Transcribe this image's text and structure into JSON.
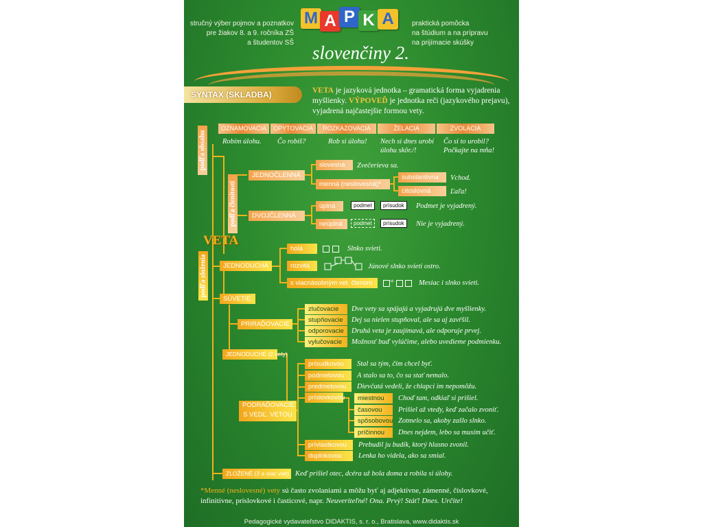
{
  "header": {
    "left": [
      "stručný výber pojmov a poznatkov",
      "pre žiakov 8. a 9. ročníka ZŠ",
      "a študentov SŠ"
    ],
    "right": [
      "praktická pomôcka",
      "na štúdium a na prípravu",
      "na prijímacie skúšky"
    ],
    "logo_letters": [
      "M",
      "A",
      "P",
      "K",
      "A"
    ],
    "logo_colors": [
      "#f3c22b",
      "#e8392b",
      "#2f66c9",
      "#3da23b",
      "#f3c22b"
    ],
    "subtitle": "slovenčiny 2."
  },
  "section": {
    "title": "SYNTAX (SKLADBA)"
  },
  "intro": {
    "veta": "VETA",
    "veta_def": " je jazyková jednotka – gramatická forma vyjadrenia myšlienky. ",
    "vypoved": "VÝPOVEĎ",
    "vypoved_def": " je jednotka reči (jazykového prejavu), vyjadrená najčastejšie formou vety."
  },
  "podla_obsahu": {
    "label": "podľa obsahu",
    "types": [
      {
        "name": "OZNAMOVACIA",
        "example": "Robím úlohu."
      },
      {
        "name": "OPYTOVACIA",
        "example": "Čo robíš?"
      },
      {
        "name": "ROZKAZOVACIA",
        "example": "Rob si úlohu!"
      },
      {
        "name": "ŽELACIA",
        "example": "Nech si dnes urobí úlohu skôr./!"
      },
      {
        "name": "ZVOLACIA",
        "example": "Čo si to urobil? Počkajte na mňa!"
      }
    ]
  },
  "podla_clenitosti": {
    "label": "podľa členitosti",
    "jednoclenna": {
      "label": "JEDNOČLENNÁ",
      "slovesna": "slovesná",
      "slovesna_ex": "Zvečerieva sa.",
      "menna": "menná (neslovesná)*",
      "substantivna": "substantívna",
      "substantivna_ex": "Vchod.",
      "citoslovna": "citoslovná",
      "citoslovna_ex": "Ľaľa!"
    },
    "dvojclenna": {
      "label": "DVOJČLENNÁ",
      "upln": "úplná",
      "upln_ex": "Podmet je vyjadrený.",
      "neupln": "neúplná",
      "neupln_ex": "Nie je vyjadrený.",
      "podmet": "podmet",
      "prisudok": "prísudok"
    }
  },
  "veta_label": "VETA",
  "podla_zlozenia": {
    "label": "podľa zloženia",
    "jednoducha": {
      "label": "JEDNODUCHÁ",
      "hola": "holá",
      "hola_ex": "Slnko svieti.",
      "rozvita": "rozvitá",
      "rozvita_ex": "Júnové slnko svieti ostro.",
      "viacnas": "s viacnásobným vet. členom",
      "viacnas_ex": "Mesiac i slnko svieti."
    },
    "suvetie": "SÚVETIE",
    "priradovacie": {
      "label": "PRIRAĎOVACIE",
      "items": [
        {
          "name": "zlučovacie",
          "ex": "Dve vety sa spájajú a vyjadrujú dve myšlienky."
        },
        {
          "name": "stupňovacie",
          "ex": "Dej sa nielen stupňoval, ale sa aj zavŕšil."
        },
        {
          "name": "odporovacie",
          "ex": "Druhá veta je zaujímavá, ale odporuje prvej."
        },
        {
          "name": "vylučovacie",
          "ex": "Možnosť buď vylúčime, alebo uvedieme podmienku."
        }
      ]
    },
    "jednoduche_suv": "JEDNODUCHÉ (2 vety)",
    "podradovacie": {
      "label1": "PODRAĎOVACIE",
      "label2": "S VEDĽ. VETOU",
      "items": [
        {
          "name": "prísudkovou",
          "ex": "Stal sa tým, čím chcel byť."
        },
        {
          "name": "podmetovou",
          "ex": "A stalo sa to, čo sa stať nemalo."
        },
        {
          "name": "predmetovou",
          "ex": "Dievčatá vedeli, že chlapci im nepomôžu."
        }
      ],
      "prislovkovou": "príslovkovou",
      "prislovkove": [
        {
          "name": "miestnou",
          "ex": "Choď tam, odkiaľ si prišiel."
        },
        {
          "name": "časovou",
          "ex": "Prišiel až vtedy, keď začalo zvoniť."
        },
        {
          "name": "spôsobovou",
          "ex": "Zotmelo sa, akoby zašlo slnko."
        },
        {
          "name": "príčinnou",
          "ex": "Dnes nejdem, lebo sa musím učiť."
        }
      ],
      "items2": [
        {
          "name": "prívlastkovou",
          "ex": "Prebudil ju budík, ktorý hlasno zvonil."
        },
        {
          "name": "doplnkovou",
          "ex": "Lenka ho videla, ako sa smial."
        }
      ]
    },
    "zlozene": "ZLOŽENÉ (3 a viac viet)",
    "zlozene_ex": "Keď prišiel otec, dcéra už bola doma a robila si úlohy."
  },
  "footnote": {
    "hl": "*Menné (neslovesné) vety",
    "rest": " sú často zvolaniami a môžu byť aj adjektívne, zámenné, číslovkové, infinitívne, príslovkové i časticové, napr. ",
    "ex": "Neuveriteľné! Ona. Prvý! Stáť! Dnes. Určite!"
  },
  "footer": "Pedagogické vydavateľstvo DIDAKTIS, s. r. o., Bratislava, www.didaktis.sk"
}
